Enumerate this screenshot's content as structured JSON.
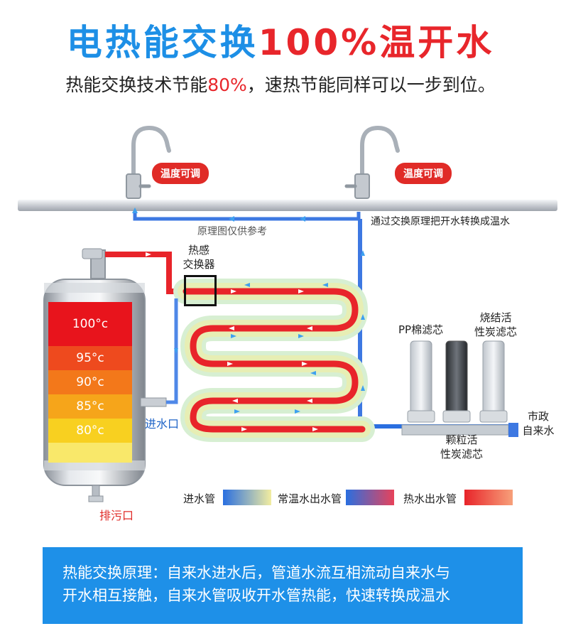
{
  "header": {
    "title_part1": "电热能交换",
    "title_part2": "100%温开水",
    "subtitle_before": "热能交换技术节能",
    "subtitle_highlight": "80%",
    "subtitle_after": "，速热节能同样可以一步到位。"
  },
  "badges": {
    "left": "温度可调",
    "right": "温度可调"
  },
  "labels": {
    "reference_note": "原理图仅供参考",
    "exchange_principle": "通过交换原理把开水转换成温水",
    "heat_exchanger_line1": "热感",
    "heat_exchanger_line2": "交换器",
    "water_inlet": "进水口",
    "drain": "排污口",
    "pp_filter": "PP棉滤芯",
    "sintered_line1": "烧结活",
    "sintered_line2": "性炭滤芯",
    "granular_line1": "颗粒活",
    "granular_line2": "性炭滤芯",
    "municipal_line1": "市政",
    "municipal_line2": "自来水"
  },
  "tank_temps": [
    "100°c",
    "95°c",
    "90°c",
    "85°c",
    "80°c"
  ],
  "legend": {
    "inlet_pipe": "进水管",
    "warm_pipe": "常温水出水管",
    "hot_pipe": "热水出水管"
  },
  "footer": {
    "line1": "热能交换原理：自来水进水后，管道水流互相流动自来水与",
    "line2": "开水相互接触，自来水管吸收开水管热能，快速转换成温水"
  },
  "colors": {
    "blue_accent": "#1d8fe6",
    "red_accent": "#e8262b",
    "hot_pipe": "#e8242a",
    "inlet_pipe": "#2a6fe0",
    "warm_pipe": "#c8e8d0",
    "footer_bg": "#1e90e8"
  }
}
